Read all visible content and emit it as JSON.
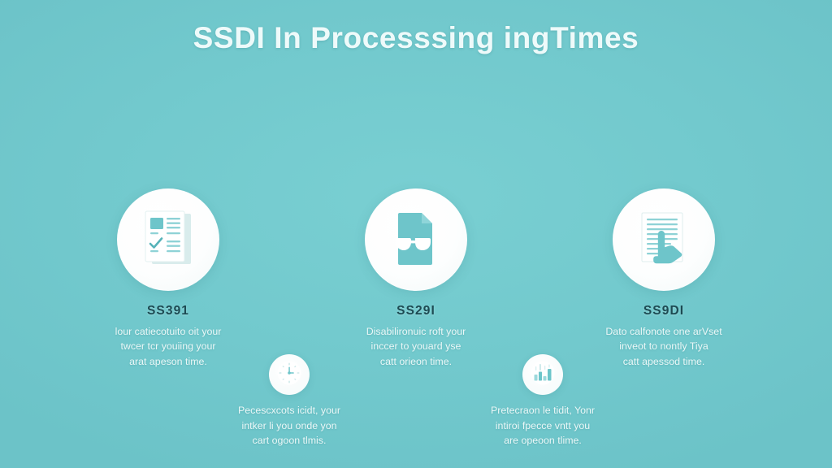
{
  "poster": {
    "title": "SSDI In Processsing ingTimes",
    "background_color": "#72c9cd",
    "accent_color": "#6ec5ca",
    "title_color": "#eefafa",
    "label_color": "#1d4a52",
    "body_text_color": "#eaf7f7"
  },
  "features": [
    {
      "icon_name": "document-checklist-icon",
      "label": "SS391",
      "desc_line1": "lour catiecotuito oit your",
      "desc_line2": "twcer tcr youiing your",
      "desc_line3": "arat apeson time."
    },
    {
      "icon_name": "document-glasses-icon",
      "label": "SS29I",
      "desc_line1": "Disabilironuic roft your",
      "desc_line2": "inccer to youard yse",
      "desc_line3": "catt orieon time."
    },
    {
      "icon_name": "document-pointing-hand-icon",
      "label": "SS9DI",
      "desc_line1": "Dato calfonote one arVset",
      "desc_line2": "inveot to nontly Tiya",
      "desc_line3": "catt apessod time."
    }
  ],
  "sub_features": [
    {
      "icon_name": "clock-icon",
      "desc_line1": "Pecescxcots icidt, your",
      "desc_line2": "intker li you onde yon",
      "desc_line3": "cart ogoon tlmis."
    },
    {
      "icon_name": "bar-chart-clock-icon",
      "desc_line1": "Pretecraon le tidit, Yonr",
      "desc_line2": "intiroi fpecce vntt you",
      "desc_line3": "are opeoon tlime."
    }
  ]
}
